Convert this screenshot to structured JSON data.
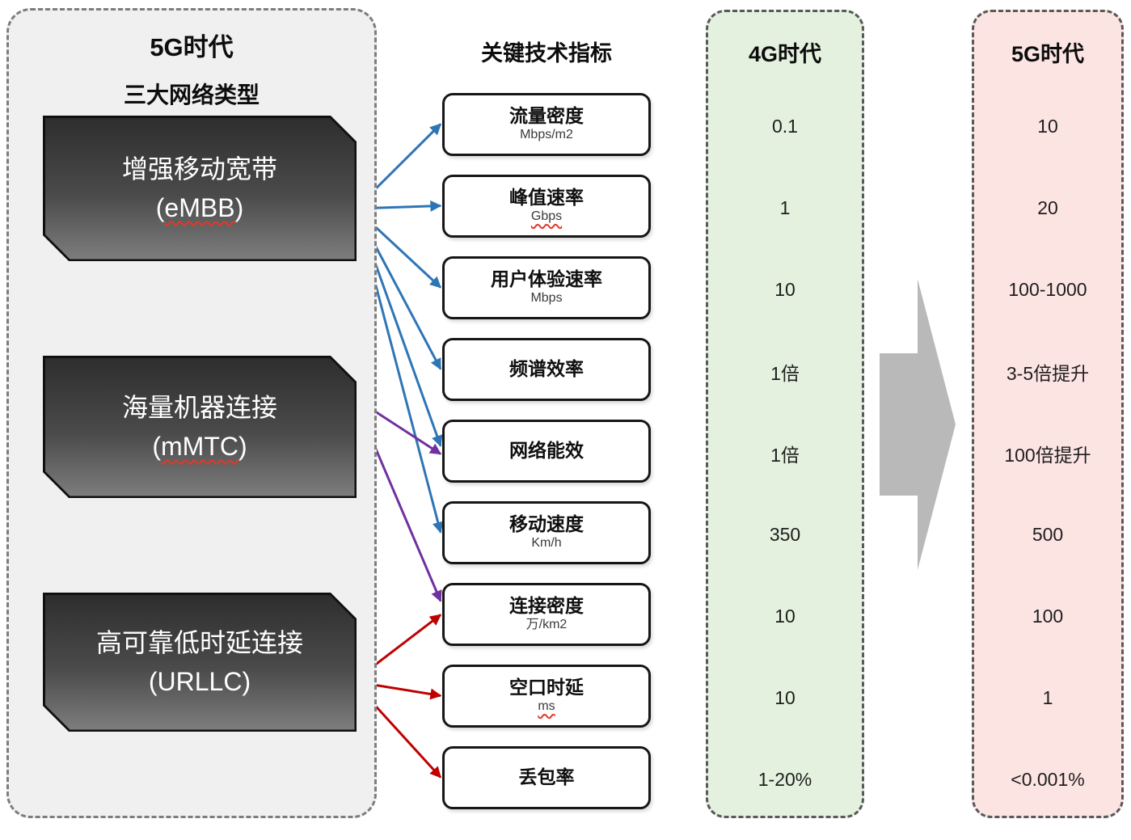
{
  "left_panel": {
    "title": "5G时代",
    "subtitle": "三大网络类型",
    "boxes": [
      {
        "name": "增强移动宽带",
        "abbr": "eMBB",
        "spellcheck_underline": true
      },
      {
        "name": "海量机器连接",
        "abbr": "mMTC",
        "spellcheck_underline": true
      },
      {
        "name": "高可靠低时延连接",
        "abbr": "URLLC",
        "spellcheck_underline": false
      }
    ]
  },
  "punct": {
    "open": "(",
    "close": ")"
  },
  "metrics": {
    "header": "关键技术指标",
    "rows": [
      {
        "label": "流量密度",
        "unit": "Mbps/m2",
        "unit_underline": false,
        "value_4g": "0.1",
        "value_5g": "10"
      },
      {
        "label": "峰值速率",
        "unit": "Gbps",
        "unit_underline": true,
        "value_4g": "1",
        "value_5g": "20"
      },
      {
        "label": "用户体验速率",
        "unit": "Mbps",
        "unit_underline": false,
        "value_4g": "10",
        "value_5g": "100-1000"
      },
      {
        "label": "频谱效率",
        "unit": "",
        "unit_underline": false,
        "value_4g": "1倍",
        "value_5g": "3-5倍提升"
      },
      {
        "label": "网络能效",
        "unit": "",
        "unit_underline": false,
        "value_4g": "1倍",
        "value_5g": "100倍提升"
      },
      {
        "label": "移动速度",
        "unit": "Km/h",
        "unit_underline": false,
        "value_4g": "350",
        "value_5g": "500"
      },
      {
        "label": "连接密度",
        "unit": "万/km2",
        "unit_underline": false,
        "value_4g": "10",
        "value_5g": "100"
      },
      {
        "label": "空口时延",
        "unit": "ms",
        "unit_underline": true,
        "value_4g": "10",
        "value_5g": "1"
      },
      {
        "label": "丢包率",
        "unit": "",
        "unit_underline": false,
        "value_4g": "1-20%",
        "value_5g": "<0.001%"
      }
    ]
  },
  "col_4g": {
    "header": "4G时代"
  },
  "col_5g": {
    "header": "5G时代"
  },
  "connections": [
    {
      "from": "eMBB",
      "to": 0,
      "color": "blue"
    },
    {
      "from": "eMBB",
      "to": 1,
      "color": "blue"
    },
    {
      "from": "eMBB",
      "to": 2,
      "color": "blue"
    },
    {
      "from": "eMBB",
      "to": 3,
      "color": "blue"
    },
    {
      "from": "eMBB",
      "to": 4,
      "color": "blue"
    },
    {
      "from": "eMBB",
      "to": 5,
      "color": "blue"
    },
    {
      "from": "mMTC",
      "to": 4,
      "color": "purple"
    },
    {
      "from": "mMTC",
      "to": 6,
      "color": "purple"
    },
    {
      "from": "URLLC",
      "to": 6,
      "color": "red"
    },
    {
      "from": "URLLC",
      "to": 7,
      "color": "red"
    },
    {
      "from": "URLLC",
      "to": 8,
      "color": "red"
    }
  ],
  "colors": {
    "blue": "#2E75B6",
    "purple": "#7030A0",
    "red": "#C00000",
    "green_bg": "#E3F1DE",
    "pink_bg": "#FCE4E2",
    "arrow_gray": "#B9B9B9"
  }
}
